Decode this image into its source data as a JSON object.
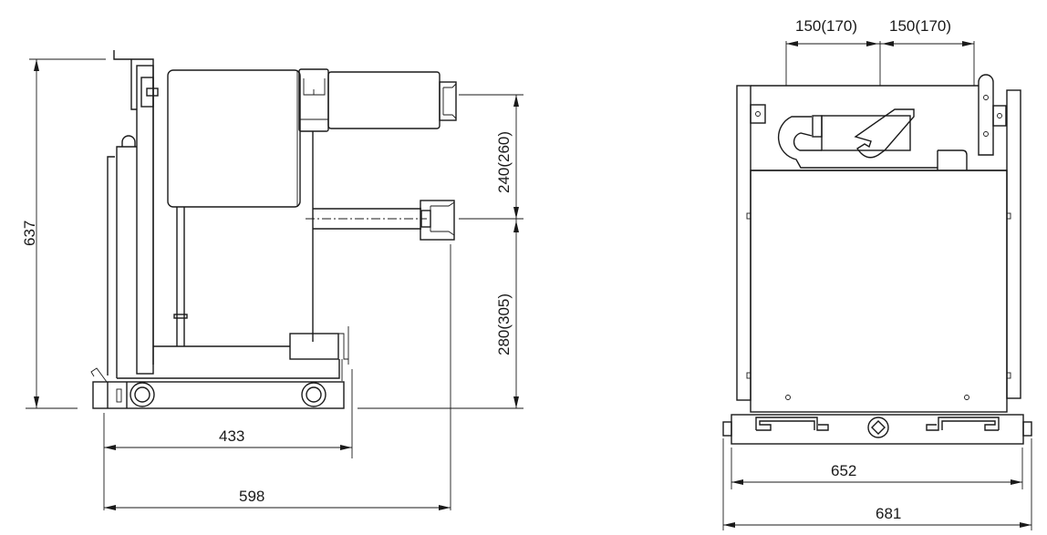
{
  "drawing": {
    "side_view": {
      "dimensions": {
        "overall_height": "637",
        "upper_contact_spacing": "240(260)",
        "lower_contact_height": "280(305)",
        "wheel_base_depth": "433",
        "overall_depth": "598"
      }
    },
    "front_view": {
      "dimensions": {
        "pole_pitch_left": "150(170)",
        "pole_pitch_right": "150(170)",
        "frame_width": "652",
        "overall_width": "681"
      }
    },
    "colors": {
      "line": "#1a1a1a",
      "background": "#ffffff"
    }
  }
}
